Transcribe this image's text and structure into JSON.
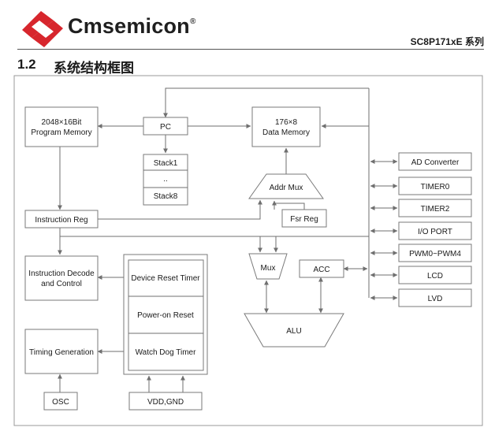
{
  "header": {
    "brand": "Cmsemicon",
    "registered_mark": "®",
    "model": "SC8P171xE 系列"
  },
  "section": {
    "number": "1.2",
    "title": "系统结构框图"
  },
  "blocks": {
    "program_memory_line1": "2048×16Bit",
    "program_memory_line2": "Program Memory",
    "pc": "PC",
    "data_memory_line1": "176×8",
    "data_memory_line2": "Data Memory",
    "stack1": "Stack1",
    "stack_dots": "..",
    "stack8": "Stack8",
    "addr_mux": "Addr Mux",
    "instruction_reg": "Instruction Reg",
    "fsr_reg": "Fsr Reg",
    "instruction_decode_line1": "Instruction Decode",
    "instruction_decode_line2": "and Control",
    "device_reset_timer": "Device Reset Timer",
    "power_on_reset": "Power-on Reset",
    "watch_dog_timer": "Watch Dog Timer",
    "mux": "Mux",
    "acc": "ACC",
    "alu": "ALU",
    "timing_generation": "Timing Generation",
    "osc": "OSC",
    "vdd_gnd": "VDD,GND"
  },
  "peripherals": [
    "AD Converter",
    "TIMER0",
    "TIMER2",
    "I/O PORT",
    "PWM0~PWM4",
    "LCD",
    "LVD"
  ],
  "colors": {
    "logo_red": "#d7262d",
    "line": "#6f6f6f",
    "box_border": "#7a7a7a"
  }
}
